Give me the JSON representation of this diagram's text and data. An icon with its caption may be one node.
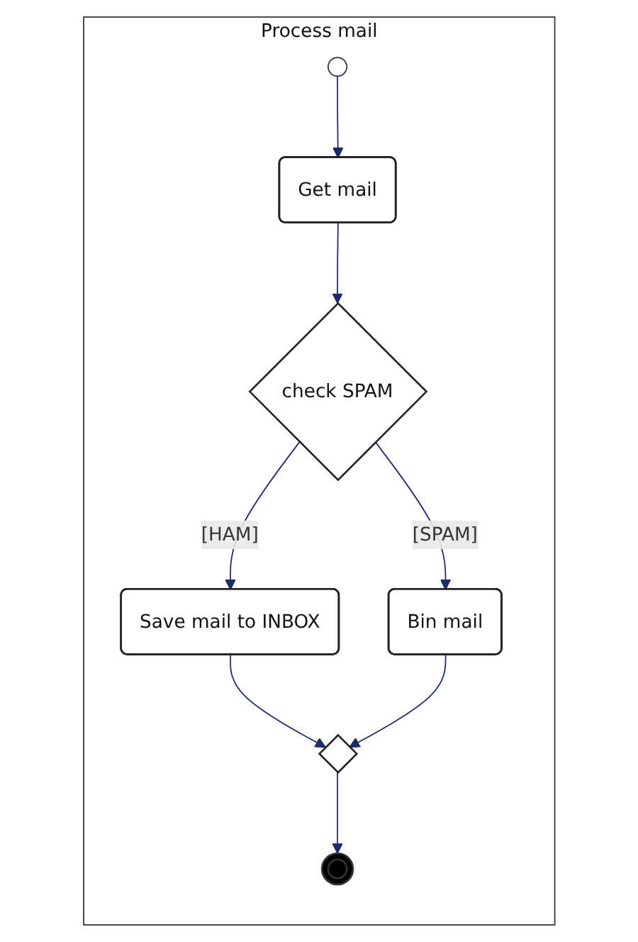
{
  "diagram": {
    "nodes": [
      {
        "text": [
          "Process mail"
        ]
      },
      {
        "text": [],
        "shape": "circle",
        "in": 0
      },
      {
        "text": [
          "Get mail"
        ],
        "in": 0
      },
      {
        "text": [
          "check SPAM"
        ],
        "in": 0
      },
      {
        "text": [
          "Save mail to INBOX"
        ],
        "in": 0
      },
      {
        "text": [
          "Bin mail"
        ],
        "in": 0
      },
      {
        "text": [],
        "shape": "diamond",
        "in": 0
      },
      {
        "text": [],
        "shape": "circle",
        "in": 0
      }
    ],
    "edges": [
      {
        "from": 1,
        "to": 2,
        "arrow": "to"
      },
      {
        "from": 2,
        "to": 3,
        "arrow": "to"
      },
      {
        "from": 3,
        "to": 4,
        "arrow": "to",
        "label": "[HAM]"
      },
      {
        "from": 3,
        "to": 5,
        "arrow": "to",
        "label": "[SPAM]"
      },
      {
        "from": 4,
        "to": 6,
        "arrow": "to"
      },
      {
        "from": 5,
        "to": 6,
        "arrow": "to"
      },
      {
        "from": 6,
        "to": 7,
        "arrow": "to"
      }
    ]
  }
}
